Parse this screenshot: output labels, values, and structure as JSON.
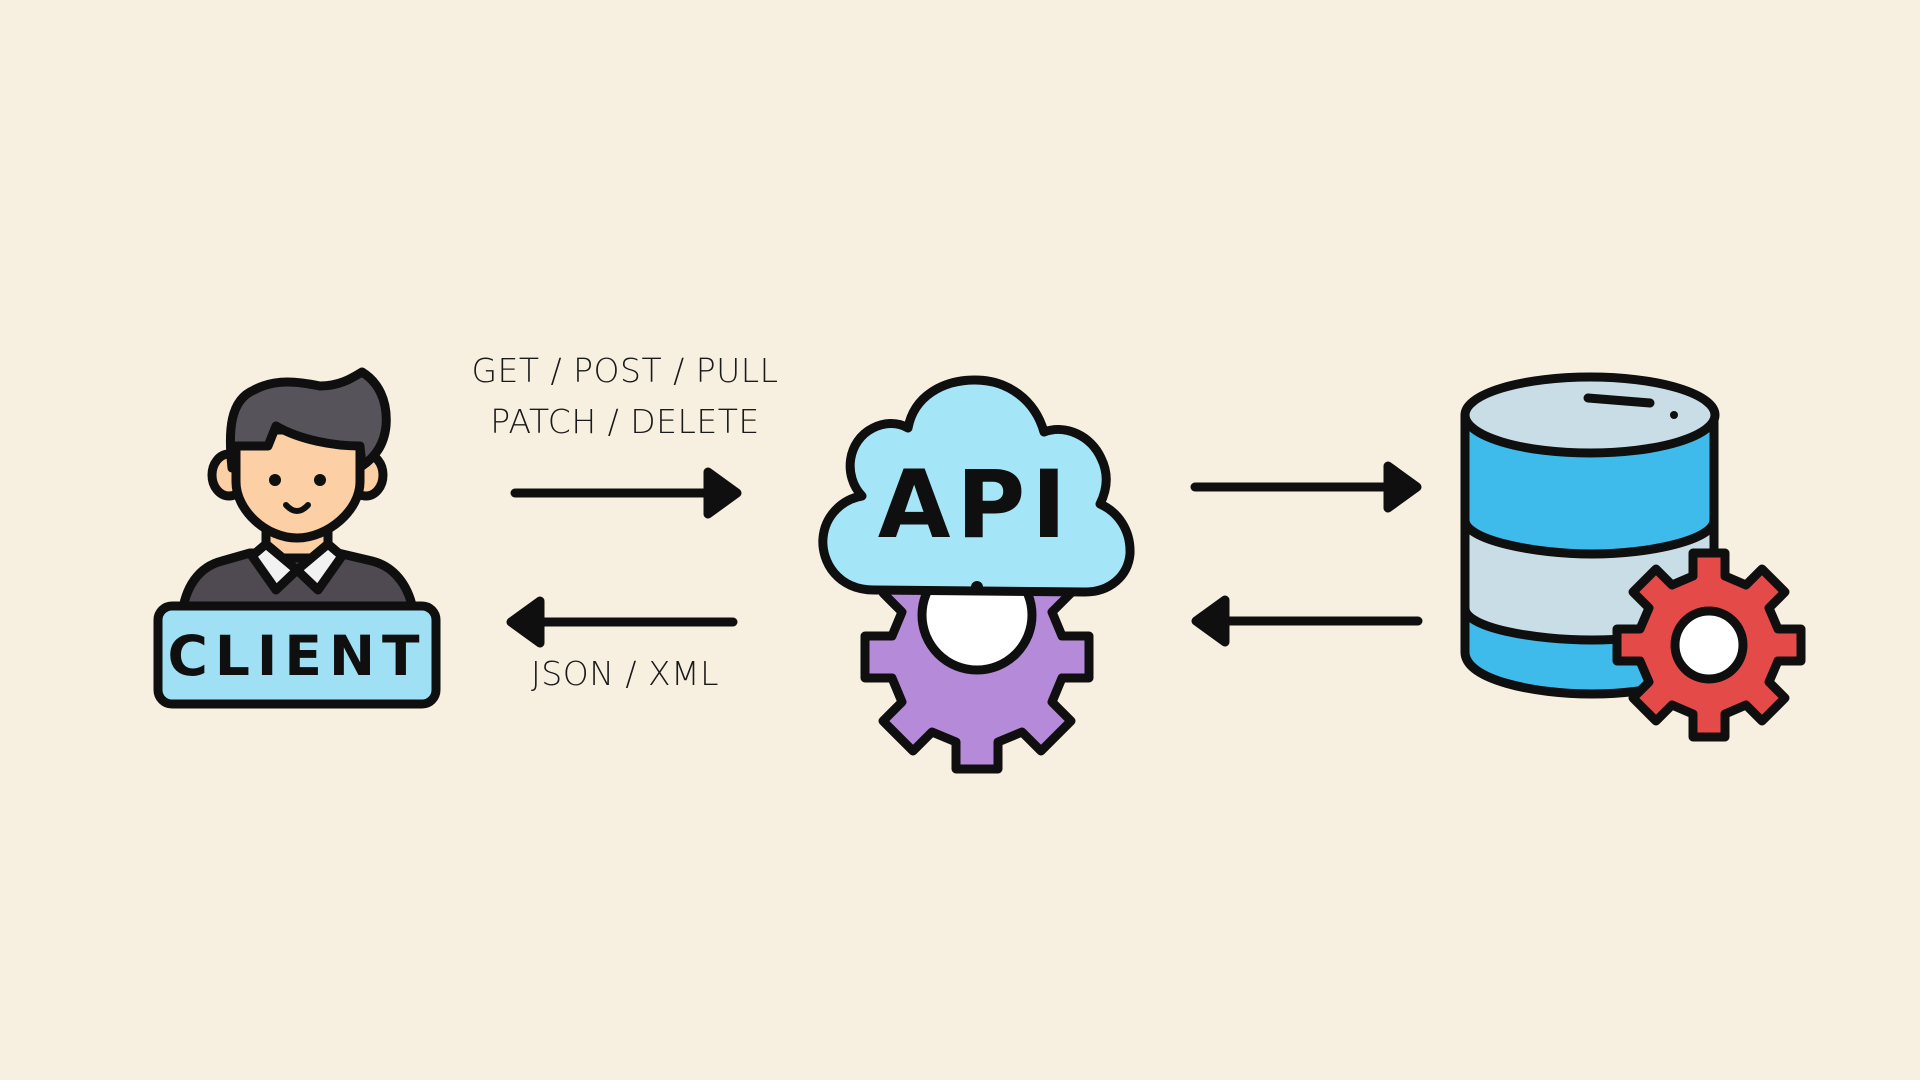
{
  "colors": {
    "background": "#F7F0E1",
    "outline": "#0F0F0F",
    "text": "#1A1A1A",
    "client_badge": "#9FE0F5",
    "client_hair": "#57535B",
    "client_skin": "#FCCFA4",
    "client_shirt": "#4F4A52",
    "client_collar": "#F2F2F2",
    "api_cloud": "#A4E6F7",
    "api_gear": "#B58AD8",
    "db_top": "#C9DDE7",
    "db_band": "#3EBBEA",
    "db_light_band": "#C9DDE7",
    "db_gear": "#E44A48"
  },
  "icons": {
    "client": "client-person-icon",
    "api": "api-cloud-gear-icon",
    "database": "database-gear-icon"
  },
  "client": {
    "badge_text": "CLIENT"
  },
  "api": {
    "label": "API"
  },
  "arrows": {
    "client_to_api": {
      "direction": "right",
      "label_lines": [
        "GET / POST / PULL",
        "PATCH / DELETE"
      ]
    },
    "api_to_client": {
      "direction": "left",
      "label": "JSON / XML"
    },
    "api_to_db": {
      "direction": "right"
    },
    "db_to_api": {
      "direction": "left"
    }
  }
}
